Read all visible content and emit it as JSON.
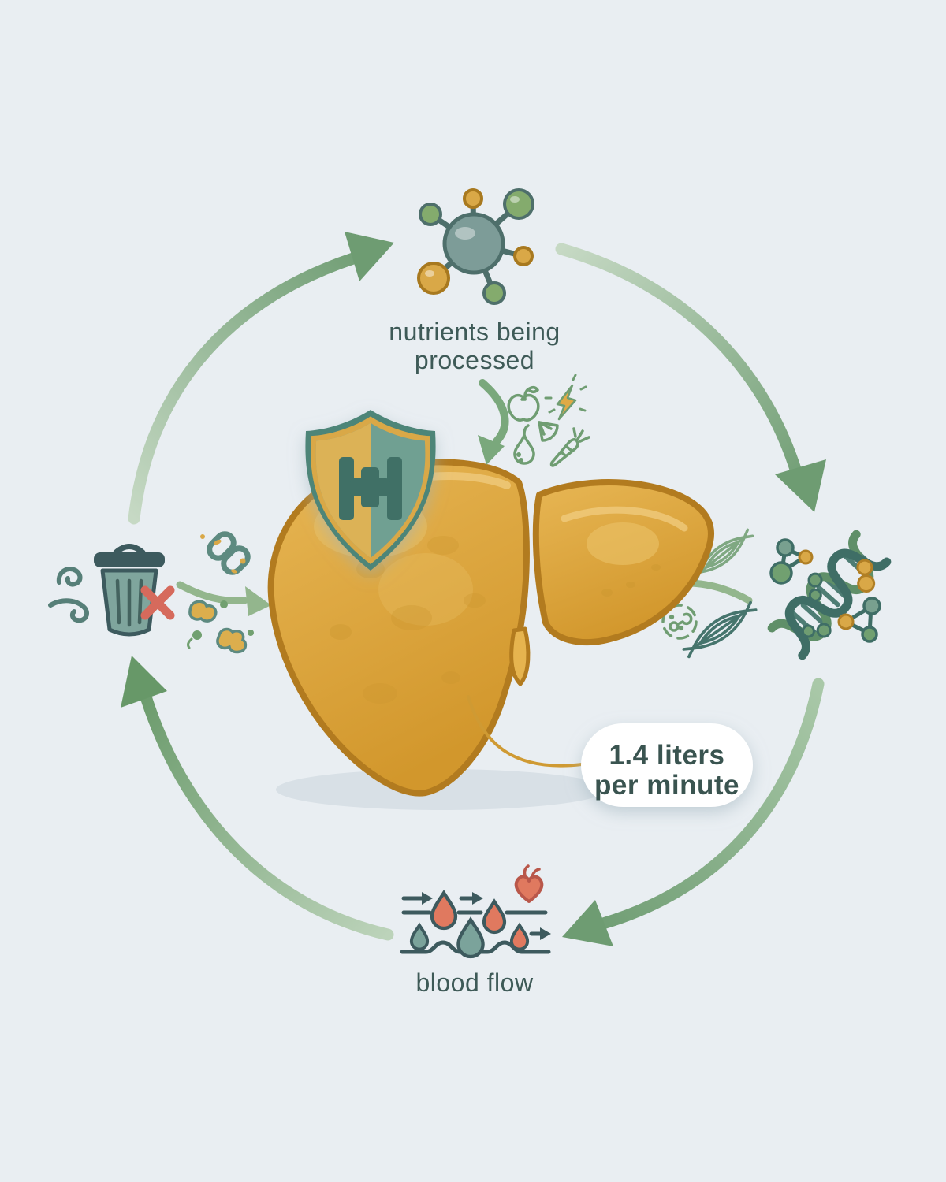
{
  "diagram": {
    "type": "liver-function-cycle-infographic",
    "labels": {
      "nutrients_line1": "nutrients being",
      "nutrients_line2": "processed",
      "badge_line1": "1.4 liters",
      "badge_line2": "per minute",
      "blood_flow": "blood flow"
    },
    "colors": {
      "background": "#e9eef2",
      "arrow_green_dark": "#6e9c72",
      "arrow_green_light": "#c2d6c0",
      "liver_gold": "#dfa53f",
      "liver_outline": "#b27b1f",
      "teal_dark": "#3f7066",
      "teal_mid": "#6fa092",
      "gold_accent": "#d9a847",
      "red_accent": "#d66a5c",
      "text": "#3e5a57",
      "badge_bg": "#ffffff"
    },
    "icons": [
      "molecule-icon",
      "shield-cross-icon",
      "apple-icon",
      "lightning-icon",
      "lemon-slice-icon",
      "pear-icon",
      "carrot-icon",
      "wind-icon",
      "trash-can-icon",
      "red-x-icon",
      "chain-link-icon",
      "toxin-blobs",
      "muscle-fiber-icon",
      "cell-icon",
      "dna-icon",
      "small-molecule-icon",
      "blood-drops-icon",
      "heart-icon",
      "liver-illustration"
    ]
  }
}
